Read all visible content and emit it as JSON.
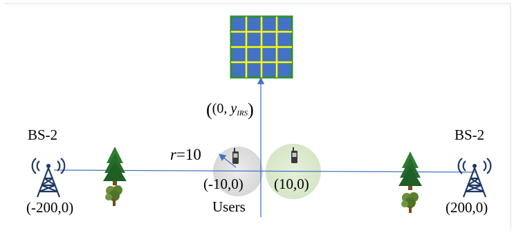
{
  "left_bs": {
    "name": "BS-2",
    "coord": "(-200,0)"
  },
  "right_bs": {
    "name": "BS-2",
    "coord": "(200,0)"
  },
  "irs": {
    "coord_open": "(0, ",
    "coord_var": "y",
    "coord_sub": "IRS",
    "coord_close": ")"
  },
  "users": {
    "label": "Users",
    "left_coord": "(-10,0)",
    "right_coord": "(10,0)",
    "radius_var": "r",
    "radius_value": "=10"
  },
  "colors": {
    "axis_line": "#4472c4",
    "irs_cell": "#4472c4",
    "irs_grid": "#ffff00",
    "irs_frame": "#2f8f2f",
    "left_user_zone": "#d9d9d9",
    "right_user_zone": "#d9ead3",
    "tower": "#1f3864",
    "tree_green": "#2e7d32"
  },
  "icons": {
    "left_bs": "radio-tower-icon",
    "right_bs": "radio-tower-icon",
    "user_left": "mobile-phone-icon",
    "user_right": "mobile-phone-icon",
    "tree": "tree-icon",
    "irs": "reflecting-surface-icon"
  }
}
